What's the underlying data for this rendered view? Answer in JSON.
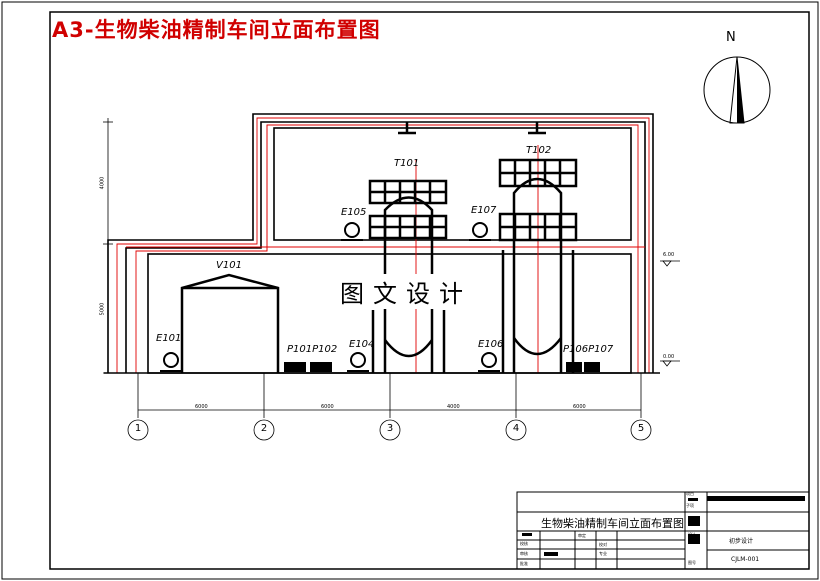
{
  "drawing": {
    "title": "A3-生物柴油精制车间立面布置图",
    "north_label": "N",
    "watermark": "图文设计"
  },
  "equipment": {
    "T101": "T101",
    "T102": "T102",
    "E101": "E101",
    "E104": "E104",
    "E105": "E105",
    "E106": "E106",
    "E107": "E107",
    "V101": "V101",
    "P101_P102": "P101P102",
    "P106_P107": "P106P107"
  },
  "elevations": {
    "upper": "6.00",
    "ground": "0.00"
  },
  "dimensions": {
    "vertical": [
      "4000",
      "5000"
    ],
    "horizontal": [
      "6000",
      "6000",
      "4000",
      "6000"
    ]
  },
  "axes": [
    "1",
    "2",
    "3",
    "4",
    "5"
  ],
  "title_block": {
    "drawing_name": "生物柴油精制车间立面布置图",
    "stage": "初步设计",
    "drawing_no": "CJLM-001",
    "labels": {
      "project": "项目",
      "subitem": "子项",
      "design": "设计",
      "review": "校核",
      "audit": "审核",
      "approve": "批准",
      "check": "审定",
      "proofread": "校对",
      "major": "专业",
      "drawing": "图号"
    }
  }
}
